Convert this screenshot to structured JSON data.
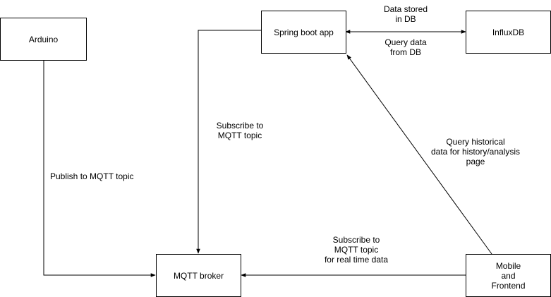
{
  "nodes": {
    "arduino": "Arduino",
    "spring": "Spring boot app",
    "influx": "InfluxDB",
    "mqtt": "MQTT broker",
    "mobile": "Mobile\nand\nFrontend"
  },
  "edges": {
    "data_stored": "Data stored\nin DB",
    "query_db": "Query data\nfrom DB",
    "subscribe_spring": "Subscribe to\nMQTT topic",
    "publish": "Publish to MQTT topic",
    "query_history": "Query historical\ndata for history/analysis\npage",
    "subscribe_realtime": "Subscribe to\nMQTT topic\nfor real time data"
  }
}
